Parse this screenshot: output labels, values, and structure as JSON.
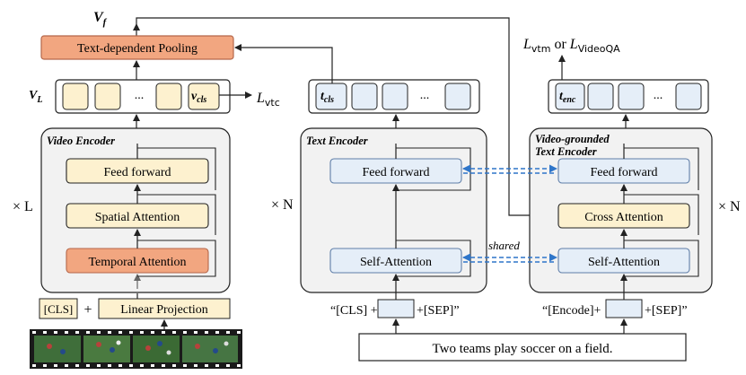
{
  "colors": {
    "yellow_fill": "#fdf1cf",
    "orange_fill": "#f2a680",
    "orange_stroke": "#b5674a",
    "blue_fill": "#e5eef8",
    "blue_stroke": "#5f7ea8",
    "panel_fill": "#f2f2f2",
    "shared_arrow": "#2e75c9"
  },
  "top": {
    "vf_label": "V",
    "vf_sub": "f",
    "pooling_label": "Text-dependent Pooling",
    "loss_vtm": "L",
    "loss_vtm_sub": "vtm",
    "loss_or": "or",
    "loss_videoqa": "L",
    "loss_videoqa_sub": "VideoQA",
    "loss_vtc": "L",
    "loss_vtc_sub": "vtc"
  },
  "video": {
    "vl_label": "V",
    "vl_sub": "L",
    "ellipsis": "...",
    "vcls_label": "v",
    "vcls_sub": "cls",
    "encoder_title": "Video Encoder",
    "feed_forward": "Feed forward",
    "spatial_attention": "Spatial Attention",
    "temporal_attention": "Temporal Attention",
    "times_label": "× L",
    "cls_token": "[CLS]",
    "plus": "+",
    "linear_projection": "Linear Projection"
  },
  "text": {
    "tcls_label": "t",
    "tcls_sub": "cls",
    "ellipsis": "...",
    "encoder_title": "Text Encoder",
    "feed_forward": "Feed forward",
    "self_attention": "Self-Attention",
    "times_label": "× N",
    "input_left": "“[CLS] +",
    "input_right": "+[SEP]”"
  },
  "grounded": {
    "tenc_label": "t",
    "tenc_sub": "enc",
    "ellipsis": "...",
    "encoder_title_1": "Video-grounded",
    "encoder_title_2": "Text Encoder",
    "feed_forward": "Feed forward",
    "cross_attention": "Cross Attention",
    "self_attention": "Self-Attention",
    "times_label": "× N",
    "input_left": "“[Encode]+",
    "input_right": "+[SEP]”"
  },
  "shared_label": "shared",
  "sentence": "Two teams play soccer on a field."
}
